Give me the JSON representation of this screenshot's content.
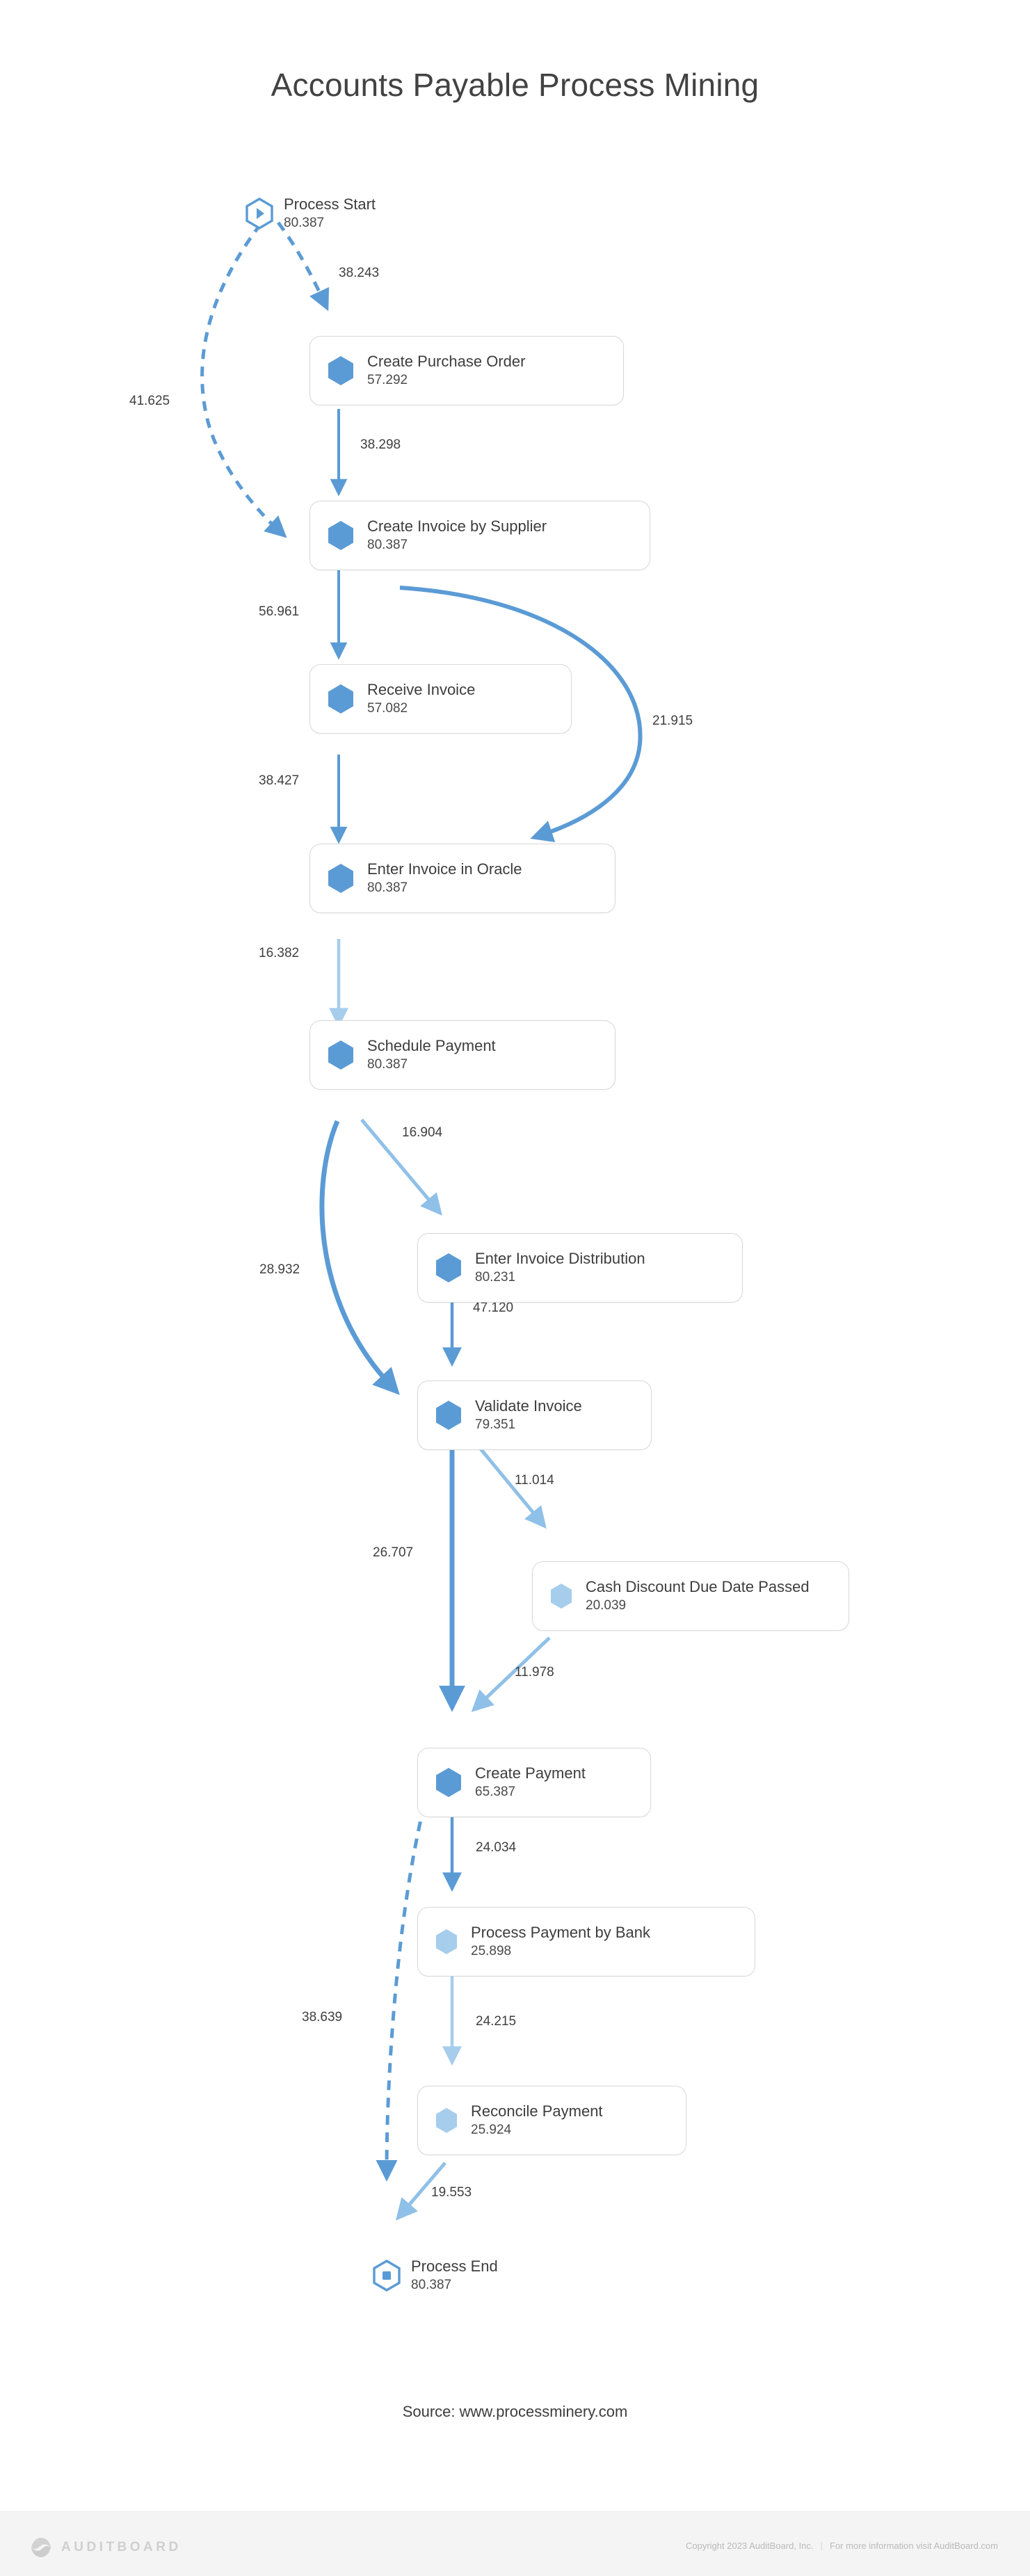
{
  "title": "Accounts Payable Process Mining",
  "source_caption": "Source: www.processminery.com",
  "colors": {
    "accent_blue": "#5b9bd5",
    "light_blue": "#a6cdec",
    "mid_blue": "#8fc0e8",
    "node_border": "#d8d8d8",
    "text": "#3d3d3d"
  },
  "chart_data": {
    "type": "diagram",
    "title": "Accounts Payable Process Mining",
    "nodes": [
      {
        "id": "start",
        "label": "Process Start",
        "value": "80.387",
        "icon": "hexagon-play-icon",
        "kind": "terminal",
        "hex": "outline"
      },
      {
        "id": "po",
        "label": "Create Purchase Order",
        "value": "57.292",
        "icon": "hexagon-icon",
        "kind": "task",
        "hex": "solid"
      },
      {
        "id": "invsup",
        "label": "Create Invoice by Supplier",
        "value": "80.387",
        "icon": "hexagon-icon",
        "kind": "task",
        "hex": "solid"
      },
      {
        "id": "recinv",
        "label": "Receive Invoice",
        "value": "57.082",
        "icon": "hexagon-icon",
        "kind": "task",
        "hex": "solid"
      },
      {
        "id": "oracle",
        "label": "Enter Invoice in Oracle",
        "value": "80.387",
        "icon": "hexagon-icon",
        "kind": "task",
        "hex": "solid"
      },
      {
        "id": "schedule",
        "label": "Schedule Payment",
        "value": "80.387",
        "icon": "hexagon-icon",
        "kind": "task",
        "hex": "solid"
      },
      {
        "id": "distrib",
        "label": "Enter Invoice Distribution",
        "value": "80.231",
        "icon": "hexagon-icon",
        "kind": "task",
        "hex": "solid"
      },
      {
        "id": "validate",
        "label": "Validate Invoice",
        "value": "79.351",
        "icon": "hexagon-icon",
        "kind": "task",
        "hex": "solid"
      },
      {
        "id": "cashdisc",
        "label": "Cash Discount Due Date Passed",
        "value": "20.039",
        "icon": "hexagon-icon",
        "kind": "task",
        "hex": "light"
      },
      {
        "id": "createpay",
        "label": "Create Payment",
        "value": "65.387",
        "icon": "hexagon-icon",
        "kind": "task",
        "hex": "solid"
      },
      {
        "id": "bankpay",
        "label": "Process Payment by Bank",
        "value": "25.898",
        "icon": "hexagon-icon",
        "kind": "task",
        "hex": "light"
      },
      {
        "id": "reconcile",
        "label": "Reconcile Payment",
        "value": "25.924",
        "icon": "hexagon-icon",
        "kind": "task",
        "hex": "light"
      },
      {
        "id": "end",
        "label": "Process End",
        "value": "80.387",
        "icon": "hexagon-stop-icon",
        "kind": "terminal",
        "hex": "outline"
      }
    ],
    "edges": [
      {
        "from": "start",
        "to": "po",
        "value": "38.243",
        "style": "dashed",
        "weight": "thin",
        "color": "#5b9bd5"
      },
      {
        "from": "start",
        "to": "invsup",
        "value": "41.625",
        "style": "dashed",
        "weight": "thin",
        "color": "#5b9bd5"
      },
      {
        "from": "po",
        "to": "invsup",
        "value": "38.298",
        "style": "solid",
        "weight": "thin",
        "color": "#5b9bd5"
      },
      {
        "from": "invsup",
        "to": "recinv",
        "value": "56.961",
        "style": "solid",
        "weight": "thin",
        "color": "#5b9bd5"
      },
      {
        "from": "invsup",
        "to": "oracle",
        "value": "21.915",
        "style": "solid",
        "weight": "medium",
        "color": "#5b9bd5"
      },
      {
        "from": "recinv",
        "to": "oracle",
        "value": "38.427",
        "style": "solid",
        "weight": "thin",
        "color": "#5b9bd5"
      },
      {
        "from": "oracle",
        "to": "schedule",
        "value": "16.382",
        "style": "solid",
        "weight": "thin",
        "color": "#a6cdec"
      },
      {
        "from": "schedule",
        "to": "distrib",
        "value": "16.904",
        "style": "solid",
        "weight": "thin",
        "color": "#8fc0e8"
      },
      {
        "from": "schedule",
        "to": "validate",
        "value": "28.932",
        "style": "solid",
        "weight": "thick",
        "color": "#5b9bd5"
      },
      {
        "from": "distrib",
        "to": "validate",
        "value": "47.120",
        "style": "solid",
        "weight": "thin",
        "color": "#5b9bd5"
      },
      {
        "from": "validate",
        "to": "cashdisc",
        "value": "11.014",
        "style": "solid",
        "weight": "thin",
        "color": "#8fc0e8"
      },
      {
        "from": "validate",
        "to": "createpay",
        "value": "26.707",
        "style": "solid",
        "weight": "thick",
        "color": "#5b9bd5"
      },
      {
        "from": "cashdisc",
        "to": "createpay",
        "value": "11.978",
        "style": "solid",
        "weight": "thin",
        "color": "#8fc0e8"
      },
      {
        "from": "createpay",
        "to": "bankpay",
        "value": "24.034",
        "style": "solid",
        "weight": "thin",
        "color": "#5b9bd5"
      },
      {
        "from": "createpay",
        "to": "end",
        "value": "38.639",
        "style": "dashed",
        "weight": "thin",
        "color": "#5b9bd5"
      },
      {
        "from": "bankpay",
        "to": "reconcile",
        "value": "24.215",
        "style": "solid",
        "weight": "thin",
        "color": "#a6cdec"
      },
      {
        "from": "reconcile",
        "to": "end",
        "value": "19.553",
        "style": "solid",
        "weight": "thin",
        "color": "#8fc0e8"
      }
    ]
  },
  "footer": {
    "logo_text": "AUDITBOARD",
    "copyright": "Copyright 2023 AuditBoard, Inc.",
    "separator": "|",
    "more_info": "For more information visit AuditBoard.com"
  }
}
